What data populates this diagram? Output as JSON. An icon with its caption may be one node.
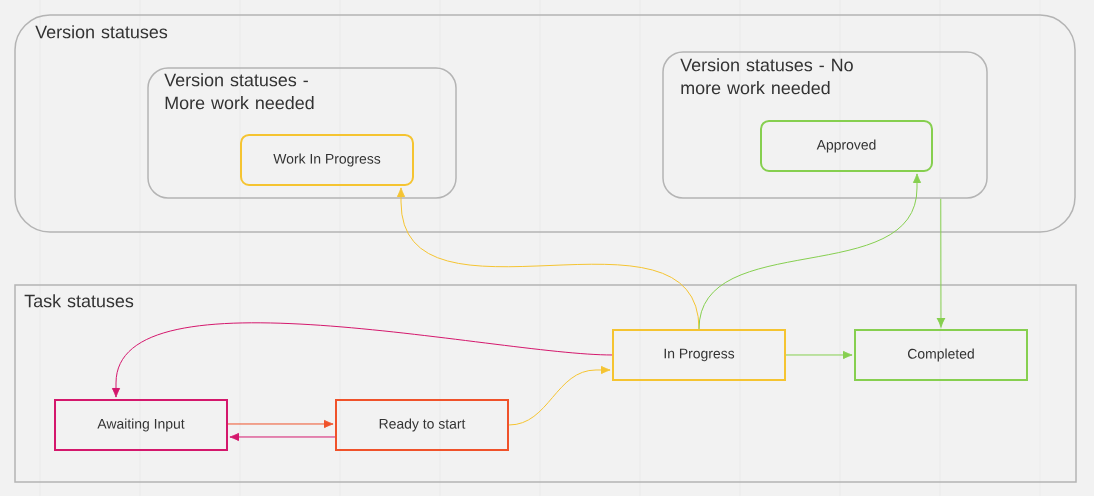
{
  "diagram": {
    "nodes": [
      {
        "text": [
          "Version statuses"
        ]
      },
      {
        "text": [
          "Version statuses - More work needed"
        ],
        "in": 0
      },
      {
        "text": [
          "Work In Progress"
        ],
        "in": 1
      },
      {
        "text": [
          "Version statuses - No more work needed"
        ],
        "in": 0
      },
      {
        "text": [
          "Approved"
        ],
        "in": 3
      },
      {
        "text": [
          "Task statuses"
        ]
      },
      {
        "text": [
          "In Progress"
        ],
        "in": 5
      },
      {
        "text": [
          "Completed"
        ],
        "in": 5
      },
      {
        "text": [
          "Awaiting Input"
        ],
        "in": 5
      },
      {
        "text": [
          "Ready to start"
        ],
        "in": 5
      }
    ],
    "edges": [
      {
        "from": 6,
        "to": 2,
        "arrow": "to",
        "color": "#f5c431"
      },
      {
        "from": 6,
        "to": 4,
        "arrow": "to",
        "color": "#86cf4f"
      },
      {
        "from": 3,
        "to": 7,
        "arrow": "to",
        "color": "#86cf4f"
      },
      {
        "from": 6,
        "to": 7,
        "arrow": "to",
        "color": "#86cf4f"
      },
      {
        "from": 6,
        "to": 8,
        "arrow": "to",
        "color": "#d4176c"
      },
      {
        "from": 8,
        "to": 9,
        "arrow": "to",
        "color": "#f0522a"
      },
      {
        "from": 9,
        "to": 8,
        "arrow": "to",
        "color": "#d4176c"
      },
      {
        "from": 9,
        "to": 6,
        "arrow": "to",
        "color": "#f5c431"
      }
    ]
  }
}
